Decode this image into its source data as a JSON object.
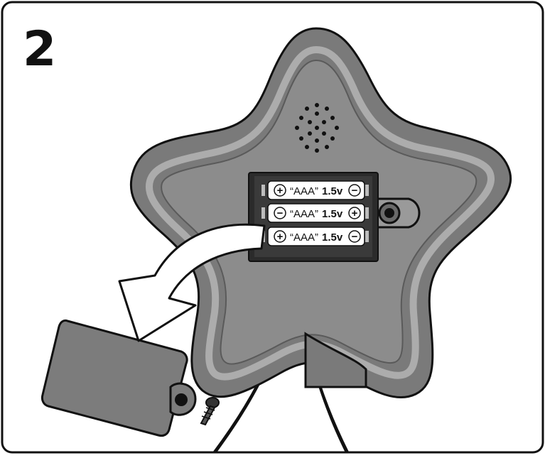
{
  "step": {
    "number": "2"
  },
  "colors": {
    "border": "#111111",
    "star_outer": "#7a7a7a",
    "star_inner": "#8e8e8e",
    "star_highlight": "#b8b8b8",
    "compartment": "#2b2b2b",
    "battery": "#ffffff",
    "cover": "#7c7c7c",
    "arrow": "#ffffff"
  },
  "batteries": [
    {
      "label": "“AAA”",
      "voltage": "1.5v",
      "left_terminal": "+",
      "right_terminal": "−"
    },
    {
      "label": "“AAA”",
      "voltage": "1.5v",
      "left_terminal": "−",
      "right_terminal": "+"
    },
    {
      "label": "“AAA”",
      "voltage": "1.5v",
      "left_terminal": "+",
      "right_terminal": "−"
    }
  ],
  "icons": {
    "speaker": "speaker-grille-icon",
    "screw": "screw-icon",
    "arrow": "curved-arrow-icon"
  }
}
